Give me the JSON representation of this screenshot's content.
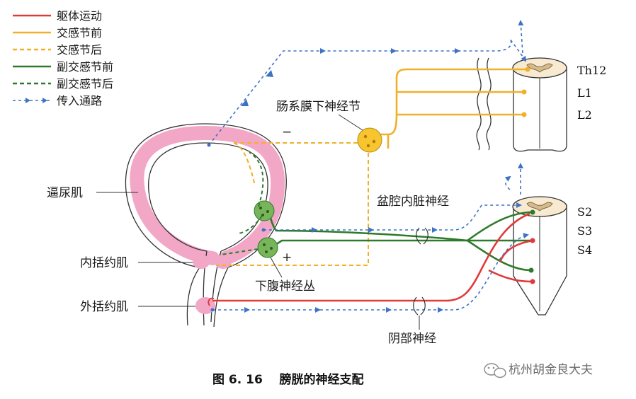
{
  "colors": {
    "somatic": "#e03a3a",
    "symp_pre": "#f0b02a",
    "symp_post": "#f0b02a",
    "para_pre": "#2d7a2a",
    "para_post": "#2d7a2a",
    "afferent": "#3f72c4",
    "bladder": "#f3a7c7",
    "ganglion_green": "#78b55a",
    "ganglion_yellow": "#f6c52f"
  },
  "legend": {
    "items": [
      {
        "label": "躯体运动",
        "style": "solid",
        "color": "#e03a3a"
      },
      {
        "label": "交感节前",
        "style": "solid",
        "color": "#f0b02a"
      },
      {
        "label": "交感节后",
        "style": "dashed",
        "color": "#f0b02a"
      },
      {
        "label": "副交感节前",
        "style": "solid",
        "color": "#2d7a2a"
      },
      {
        "label": "副交感节后",
        "style": "dashed",
        "color": "#2d7a2a"
      },
      {
        "label": "传入通路",
        "style": "arrow",
        "color": "#3f72c4"
      }
    ]
  },
  "labels": {
    "detrusor": "逼尿肌",
    "internal_sphincter": "内括约肌",
    "external_sphincter": "外括约肌",
    "mesenteric_ganglion": "肠系膜下神经节",
    "pelvic_nerve": "盆腔内脏神经",
    "hypogastric_plexus": "下腹神经丛",
    "pudendal_nerve": "阴部神经",
    "minus_sign": "−",
    "plus_sign": "+"
  },
  "spinal_segments": {
    "upper": [
      "Th12",
      "L1",
      "L2"
    ],
    "lower": [
      "S2",
      "S3",
      "S4"
    ]
  },
  "caption": "图 6. 16    膀胱的神经支配",
  "watermark": "杭州胡金良大夫"
}
